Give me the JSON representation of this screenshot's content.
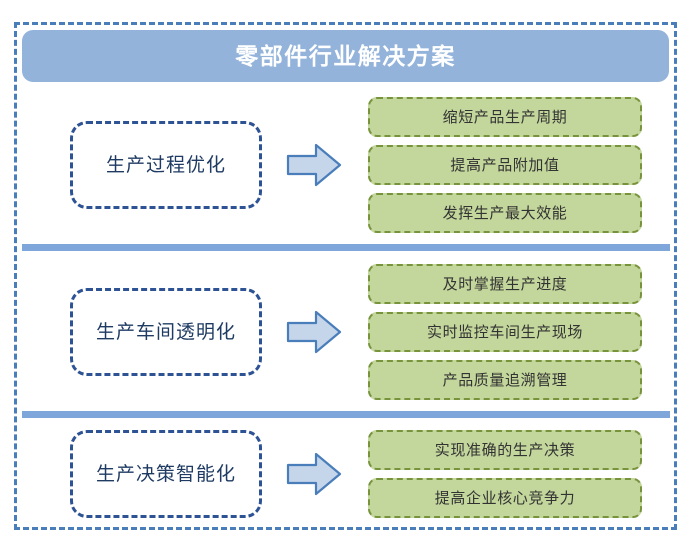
{
  "header": {
    "title": "零部件行业解决方案",
    "background_color": "#93B3DB",
    "text_color": "#FFFFFF"
  },
  "frame": {
    "border_color": "#4A7EBB",
    "border_style": "dashed"
  },
  "divider": {
    "color": "#7FA6DB"
  },
  "palette": {
    "category_border": "#2E5395",
    "category_text": "#1F3B63",
    "benefit_fill": "#C3D69B",
    "benefit_border": "#77933C",
    "benefit_text": "#333333",
    "arrow_fill": "#C5D5EA",
    "arrow_border": "#4A7EBB"
  },
  "sections": [
    {
      "category": "生产过程优化",
      "arrow_icon": "right-arrow-icon",
      "benefits": [
        "缩短产品生产周期",
        "提高产品附加值",
        "发挥生产最大效能"
      ]
    },
    {
      "category": "生产车间透明化",
      "arrow_icon": "right-arrow-icon",
      "benefits": [
        "及时掌握生产进度",
        "实时监控车间生产现场",
        "产品质量追溯管理"
      ]
    },
    {
      "category": "生产决策智能化",
      "arrow_icon": "right-arrow-icon",
      "benefits": [
        "实现准确的生产决策",
        "提高企业核心竞争力"
      ]
    }
  ]
}
